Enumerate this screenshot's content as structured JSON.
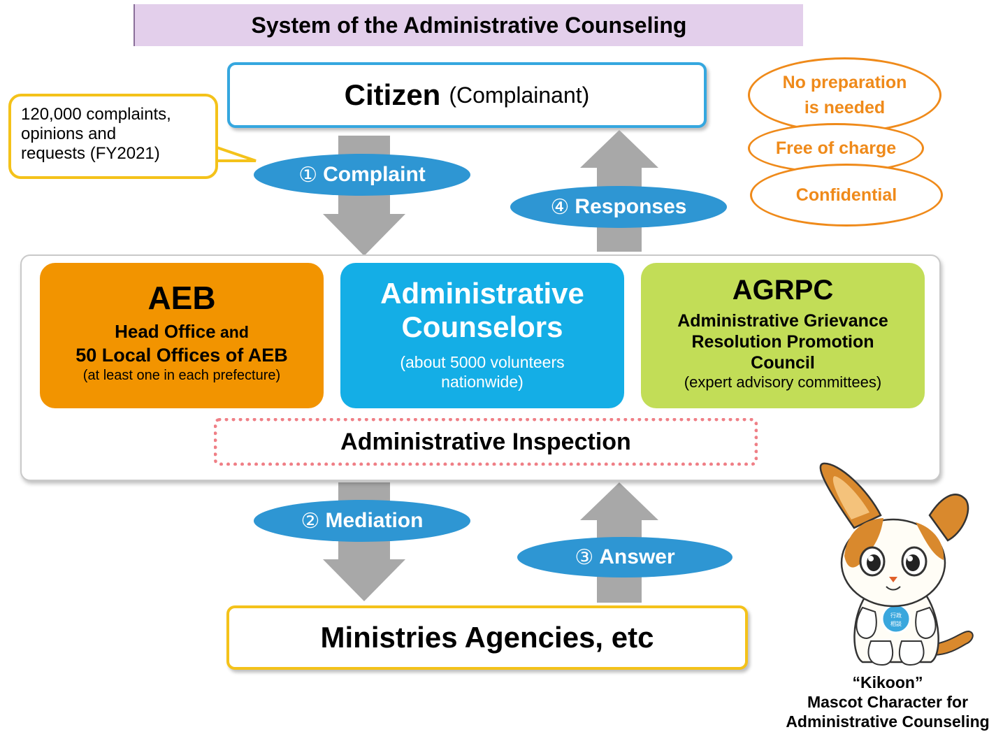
{
  "title": "System of the Administrative Counseling",
  "citizen": {
    "main": "Citizen",
    "sub": "(Complainant)"
  },
  "callout": {
    "line1": "120,000 complaints,",
    "line2": "opinions and",
    "line3": "requests (FY2021)"
  },
  "features": {
    "no_prep_line1": "No preparation",
    "no_prep_line2": "is needed",
    "free": "Free of charge",
    "confidential": "Confidential"
  },
  "steps": {
    "complaint": {
      "num": "①",
      "label": "Complaint"
    },
    "responses": {
      "num": "④",
      "label": "Responses"
    },
    "mediation": {
      "num": "②",
      "label": "Mediation"
    },
    "answer": {
      "num": "③",
      "label": "Answer"
    }
  },
  "aeb": {
    "title": "AEB",
    "line1_bold": "Head Office",
    "line1_rest": " and",
    "line2": "50 Local Offices of AEB",
    "line3": "(at least one in each prefecture)"
  },
  "counselors": {
    "title_line1": "Administrative",
    "title_line2": "Counselors",
    "sub_line1": "(about 5000 volunteers",
    "sub_line2": "nationwide)"
  },
  "agrpc": {
    "title": "AGRPC",
    "line1": "Administrative Grievance",
    "line2": "Resolution Promotion",
    "line3": "Council",
    "line4": "(expert advisory committees)"
  },
  "inspection": "Administrative Inspection",
  "ministries": "Ministries Agencies, etc",
  "mascot": {
    "name": "“Kikoon”",
    "caption_line1": "Mascot Character for",
    "caption_line2": "Administrative Counseling",
    "badge_text": "行政相談"
  },
  "colors": {
    "banner": "#e3cfeb",
    "citizen_border": "#35a7df",
    "callout_border": "#f4c21a",
    "oval_orange": "#ef8a1a",
    "pill_blue": "#2e96d3",
    "aeb_orange": "#f29400",
    "counselor_blue": "#14aee6",
    "agrpc_green": "#c2dd57",
    "inspection_pink": "#ef7f86",
    "arrow_gray": "#a8a8a8"
  }
}
